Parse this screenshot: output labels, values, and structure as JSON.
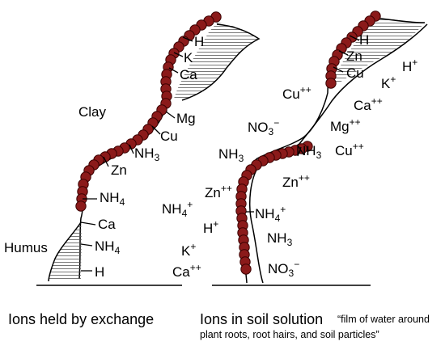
{
  "colors": {
    "bead": "#8b1a1a",
    "bead_outline": "#3a0000",
    "line": "#000000",
    "hatch": "#555555"
  },
  "left_panel": {
    "region_labels": {
      "clay": "Clay",
      "humus": "Humus"
    },
    "ions": [
      {
        "sym": "H"
      },
      {
        "sym": "K"
      },
      {
        "sym": "Ca"
      },
      {
        "sym": "Mg"
      },
      {
        "sym": "Cu"
      },
      {
        "sym": "NH",
        "sub": "3"
      },
      {
        "sym": "Zn"
      },
      {
        "sym": "NH",
        "sub": "4"
      },
      {
        "sym": "Ca"
      },
      {
        "sym": "NH",
        "sub": "4"
      },
      {
        "sym": "H"
      }
    ],
    "caption": "Ions held by exchange"
  },
  "right_panel": {
    "held_ions": [
      {
        "sym": "H"
      },
      {
        "sym": "Zn"
      },
      {
        "sym": "Cu"
      }
    ],
    "solution_ions": [
      {
        "sym": "H",
        "sup": "+"
      },
      {
        "sym": "K",
        "sup": "+"
      },
      {
        "sym": "Cu",
        "sup": "++"
      },
      {
        "sym": "Ca",
        "sup": "++"
      },
      {
        "sym": "NO",
        "sub": "3",
        "sup": "−"
      },
      {
        "sym": "Mg",
        "sup": "++"
      },
      {
        "sym": "NH",
        "sub": "3"
      },
      {
        "sym": "Cu",
        "sup": "++"
      },
      {
        "sym": "NH",
        "sub": "3"
      },
      {
        "sym": "Zn",
        "sup": "++"
      },
      {
        "sym": "Zn",
        "sup": "++"
      },
      {
        "sym": "NH",
        "sub": "4",
        "sup": "+"
      },
      {
        "sym": "NH",
        "sub": "4",
        "sup": "+"
      },
      {
        "sym": "H",
        "sup": "+"
      },
      {
        "sym": "NH",
        "sub": "3"
      },
      {
        "sym": "K",
        "sup": "+"
      },
      {
        "sym": "NO",
        "sub": "3",
        "sup": "−"
      },
      {
        "sym": "Ca",
        "sup": "++"
      }
    ],
    "caption": "Ions in soil solution",
    "caption_note_line1": "“film of water around",
    "caption_note_line2": "plant roots, root hairs, and soil particles”"
  }
}
